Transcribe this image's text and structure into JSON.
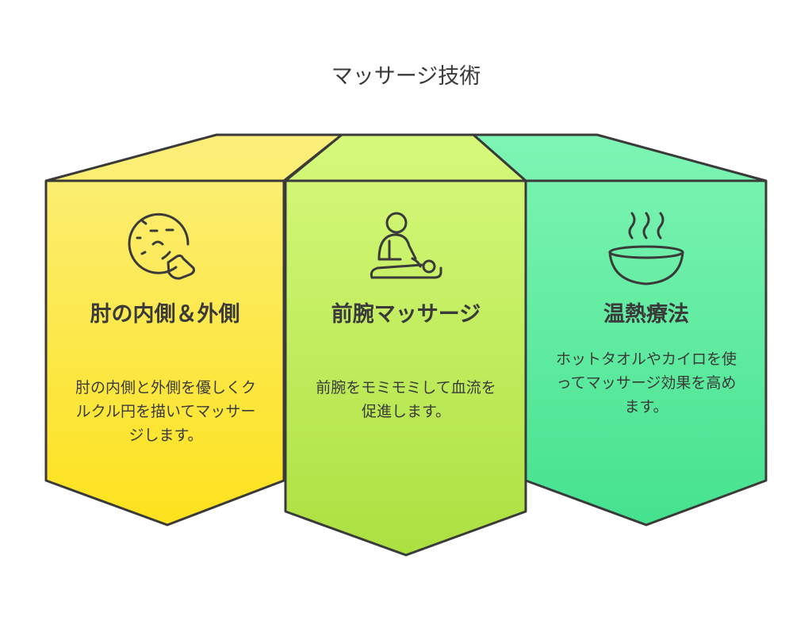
{
  "title": "マッサージ技術",
  "cards": [
    {
      "icon": "face-blowing-icon",
      "title": "肘の内側＆外側",
      "description": "肘の内側と外側を優しくクルクル円を描いてマッサージします。",
      "color_top": "#FBEF7C",
      "color_bottom": "#FDE21D"
    },
    {
      "icon": "massage-icon",
      "title": "前腕マッサージ",
      "description": "前腕をモミモミして血流を促進します。",
      "color_top": "#D6F97C",
      "color_bottom": "#ACE040"
    },
    {
      "icon": "steaming-bowl-icon",
      "title": "温熱療法",
      "description": "ホットタオルやカイロを使ってマッサージ効果を高めます。",
      "color_top": "#7EF5B4",
      "color_bottom": "#45E28F"
    }
  ]
}
